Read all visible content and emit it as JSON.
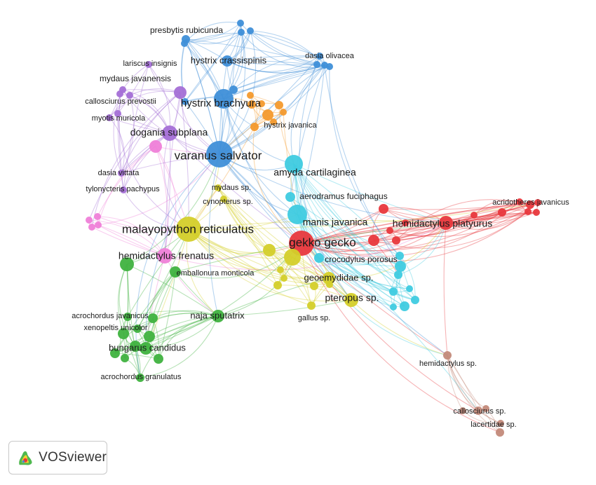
{
  "app": {
    "logo_text": "VOSviewer"
  },
  "colors": {
    "red": "#e8383d",
    "green": "#3fb23f",
    "blue": "#3f8fd8",
    "yellow": "#d4cf2a",
    "purple": "#a46fd6",
    "cyan": "#3fcbe0",
    "orange": "#f49a2d",
    "brown": "#c38a7a",
    "pink": "#ef7fd8"
  },
  "nodes": [
    {
      "id": "gekko",
      "label": "gekko gecko",
      "cluster": "red",
      "size": 18,
      "font": 17
    },
    {
      "id": "hplat",
      "label": "hemidactylus platyurus",
      "cluster": "red",
      "size": 10,
      "font": 14
    },
    {
      "id": "acrid",
      "label": "acridotheres javanicus",
      "cluster": "red",
      "size": 6,
      "font": 11
    },
    {
      "id": "r1",
      "label": "",
      "cluster": "red",
      "size": 7
    },
    {
      "id": "r2",
      "label": "",
      "cluster": "red",
      "size": 6
    },
    {
      "id": "r3",
      "label": "",
      "cluster": "red",
      "size": 8
    },
    {
      "id": "r4",
      "label": "",
      "cluster": "red",
      "size": 5
    },
    {
      "id": "r5",
      "label": "",
      "cluster": "red",
      "size": 5
    },
    {
      "id": "r6",
      "label": "",
      "cluster": "red",
      "size": 5
    },
    {
      "id": "r7",
      "label": "",
      "cluster": "red",
      "size": 5
    },
    {
      "id": "r8",
      "label": "",
      "cluster": "red",
      "size": 5
    },
    {
      "id": "r9",
      "label": "",
      "cluster": "red",
      "size": 5
    },
    {
      "id": "r10",
      "label": "",
      "cluster": "red",
      "size": 5
    },
    {
      "id": "r11",
      "label": "",
      "cluster": "red",
      "size": 6
    },
    {
      "id": "varanus",
      "label": "varanus salvator",
      "cluster": "blue",
      "size": 19,
      "font": 17
    },
    {
      "id": "hbrach",
      "label": "hystrix brachyura",
      "cluster": "blue",
      "size": 14,
      "font": 15
    },
    {
      "id": "hcrass",
      "label": "hystrix crassispinis",
      "cluster": "blue",
      "size": 8,
      "font": 13
    },
    {
      "id": "presb",
      "label": "presbytis rubicunda",
      "cluster": "blue",
      "size": 6,
      "font": 12
    },
    {
      "id": "dolive",
      "label": "dasia olivacea",
      "cluster": "blue",
      "size": 5,
      "font": 11
    },
    {
      "id": "b1",
      "label": "",
      "cluster": "blue",
      "size": 5
    },
    {
      "id": "b2",
      "label": "",
      "cluster": "blue",
      "size": 5
    },
    {
      "id": "b3",
      "label": "",
      "cluster": "blue",
      "size": 5
    },
    {
      "id": "b4",
      "label": "",
      "cluster": "blue",
      "size": 5
    },
    {
      "id": "b5",
      "label": "",
      "cluster": "blue",
      "size": 5
    },
    {
      "id": "b6",
      "label": "",
      "cluster": "blue",
      "size": 5
    },
    {
      "id": "b7",
      "label": "",
      "cluster": "blue",
      "size": 5
    },
    {
      "id": "b8",
      "label": "",
      "cluster": "blue",
      "size": 6
    },
    {
      "id": "b9",
      "label": "",
      "cluster": "blue",
      "size": 5
    },
    {
      "id": "malay",
      "label": "malayopython reticulatus",
      "cluster": "yellow",
      "size": 18,
      "font": 17
    },
    {
      "id": "geoem",
      "label": "geoemydidae sp.",
      "cluster": "yellow",
      "size": 9,
      "font": 13
    },
    {
      "id": "pterop",
      "label": "pteropus sp.",
      "cluster": "yellow",
      "size": 10,
      "font": 14
    },
    {
      "id": "mydaussp",
      "label": "mydaus sp.",
      "cluster": "yellow",
      "size": 5,
      "font": 11
    },
    {
      "id": "cynop",
      "label": "cynopterus sp.",
      "cluster": "yellow",
      "size": 5,
      "font": 11
    },
    {
      "id": "gallus",
      "label": "gallus sp.",
      "cluster": "yellow",
      "size": 6,
      "font": 11
    },
    {
      "id": "y1",
      "label": "",
      "cluster": "yellow",
      "size": 12
    },
    {
      "id": "y2",
      "label": "",
      "cluster": "yellow",
      "size": 9
    },
    {
      "id": "y3",
      "label": "",
      "cluster": "yellow",
      "size": 6
    },
    {
      "id": "y4",
      "label": "",
      "cluster": "yellow",
      "size": 6
    },
    {
      "id": "y5",
      "label": "",
      "cluster": "yellow",
      "size": 5
    },
    {
      "id": "y6",
      "label": "",
      "cluster": "yellow",
      "size": 5
    },
    {
      "id": "y7",
      "label": "",
      "cluster": "yellow",
      "size": 5
    },
    {
      "id": "amyda",
      "label": "amyda cartilaginea",
      "cluster": "cyan",
      "size": 13,
      "font": 14
    },
    {
      "id": "manis",
      "label": "manis javanica",
      "cluster": "cyan",
      "size": 14,
      "font": 14
    },
    {
      "id": "aerod",
      "label": "aerodramus fuciphagus",
      "cluster": "cyan",
      "size": 7,
      "font": 12
    },
    {
      "id": "croco",
      "label": "crocodylus porosus",
      "cluster": "cyan",
      "size": 7,
      "font": 12
    },
    {
      "id": "c1",
      "label": "",
      "cluster": "cyan",
      "size": 8
    },
    {
      "id": "c2",
      "label": "",
      "cluster": "cyan",
      "size": 6
    },
    {
      "id": "c3",
      "label": "",
      "cluster": "cyan",
      "size": 7
    },
    {
      "id": "c4",
      "label": "",
      "cluster": "cyan",
      "size": 6
    },
    {
      "id": "c5",
      "label": "",
      "cluster": "cyan",
      "size": 6
    },
    {
      "id": "c6",
      "label": "",
      "cluster": "cyan",
      "size": 5
    },
    {
      "id": "c7",
      "label": "",
      "cluster": "cyan",
      "size": 5
    },
    {
      "id": "c8",
      "label": "",
      "cluster": "cyan",
      "size": 6
    },
    {
      "id": "hjav",
      "label": "hystrix javanica",
      "cluster": "orange",
      "size": 6,
      "font": 11
    },
    {
      "id": "o1",
      "label": "",
      "cluster": "orange",
      "size": 8
    },
    {
      "id": "o2",
      "label": "",
      "cluster": "orange",
      "size": 6
    },
    {
      "id": "o3",
      "label": "",
      "cluster": "orange",
      "size": 6
    },
    {
      "id": "o4",
      "label": "",
      "cluster": "orange",
      "size": 5
    },
    {
      "id": "o5",
      "label": "",
      "cluster": "orange",
      "size": 5
    },
    {
      "id": "o6",
      "label": "",
      "cluster": "orange",
      "size": 5
    },
    {
      "id": "o7",
      "label": "",
      "cluster": "orange",
      "size": 5
    },
    {
      "id": "dogan",
      "label": "dogania subplana",
      "cluster": "purple",
      "size": 11,
      "font": 14
    },
    {
      "id": "mydjav",
      "label": "mydaus javanensis",
      "cluster": "purple",
      "size": 9,
      "font": 12
    },
    {
      "id": "lari",
      "label": "lariscus insignis",
      "cluster": "purple",
      "size": 5,
      "font": 11
    },
    {
      "id": "callprev",
      "label": "callosciurus prevostii",
      "cluster": "purple",
      "size": 5,
      "font": 11
    },
    {
      "id": "myotis",
      "label": "myotis muricola",
      "cluster": "purple",
      "size": 5,
      "font": 11
    },
    {
      "id": "dvitt",
      "label": "dasia vittata",
      "cluster": "purple",
      "size": 5,
      "font": 11
    },
    {
      "id": "tylon",
      "label": "tylonycteris pachypus",
      "cluster": "purple",
      "size": 5,
      "font": 11
    },
    {
      "id": "p1",
      "label": "",
      "cluster": "purple",
      "size": 5
    },
    {
      "id": "p2",
      "label": "",
      "cluster": "purple",
      "size": 5
    },
    {
      "id": "p3",
      "label": "",
      "cluster": "purple",
      "size": 5
    },
    {
      "id": "hfren",
      "label": "hemidactylus frenatus",
      "cluster": "pink",
      "size": 11,
      "font": 14
    },
    {
      "id": "k1",
      "label": "",
      "cluster": "pink",
      "size": 9
    },
    {
      "id": "k2",
      "label": "",
      "cluster": "pink",
      "size": 5
    },
    {
      "id": "k3",
      "label": "",
      "cluster": "pink",
      "size": 5
    },
    {
      "id": "k4",
      "label": "",
      "cluster": "pink",
      "size": 5
    },
    {
      "id": "k5",
      "label": "",
      "cluster": "pink",
      "size": 5
    },
    {
      "id": "najas",
      "label": "naja sputatrix",
      "cluster": "green",
      "size": 9,
      "font": 13
    },
    {
      "id": "bung",
      "label": "bungarus candidus",
      "cluster": "green",
      "size": 9,
      "font": 13
    },
    {
      "id": "acrjav",
      "label": "acrochordus javanicus",
      "cluster": "green",
      "size": 6,
      "font": 11
    },
    {
      "id": "xeno",
      "label": "xenopeltis unicolor",
      "cluster": "green",
      "size": 6,
      "font": 11
    },
    {
      "id": "acrgran",
      "label": "acrochordus granulatus",
      "cluster": "green",
      "size": 6,
      "font": 11
    },
    {
      "id": "emball",
      "label": "emballonura monticola",
      "cluster": "green",
      "size": 8,
      "font": 11
    },
    {
      "id": "g1",
      "label": "",
      "cluster": "green",
      "size": 10
    },
    {
      "id": "g2",
      "label": "",
      "cluster": "green",
      "size": 8
    },
    {
      "id": "g3",
      "label": "",
      "cluster": "green",
      "size": 8
    },
    {
      "id": "g4",
      "label": "",
      "cluster": "green",
      "size": 7
    },
    {
      "id": "g5",
      "label": "",
      "cluster": "green",
      "size": 8
    },
    {
      "id": "g6",
      "label": "",
      "cluster": "green",
      "size": 7
    },
    {
      "id": "g7",
      "label": "",
      "cluster": "green",
      "size": 6
    },
    {
      "id": "g8",
      "label": "",
      "cluster": "green",
      "size": 7
    },
    {
      "id": "hemisp",
      "label": "hemidactylus sp.",
      "cluster": "brown",
      "size": 6,
      "font": 11
    },
    {
      "id": "callsp",
      "label": "callosciurus sp.",
      "cluster": "brown",
      "size": 6,
      "font": 11
    },
    {
      "id": "lacert",
      "label": "lacertidae sp.",
      "cluster": "brown",
      "size": 6,
      "font": 11
    },
    {
      "id": "w1",
      "label": "",
      "cluster": "brown",
      "size": 5
    },
    {
      "id": "w2",
      "label": "",
      "cluster": "brown",
      "size": 5
    },
    {
      "id": "w3",
      "label": "",
      "cluster": "brown",
      "size": 5
    }
  ]
}
